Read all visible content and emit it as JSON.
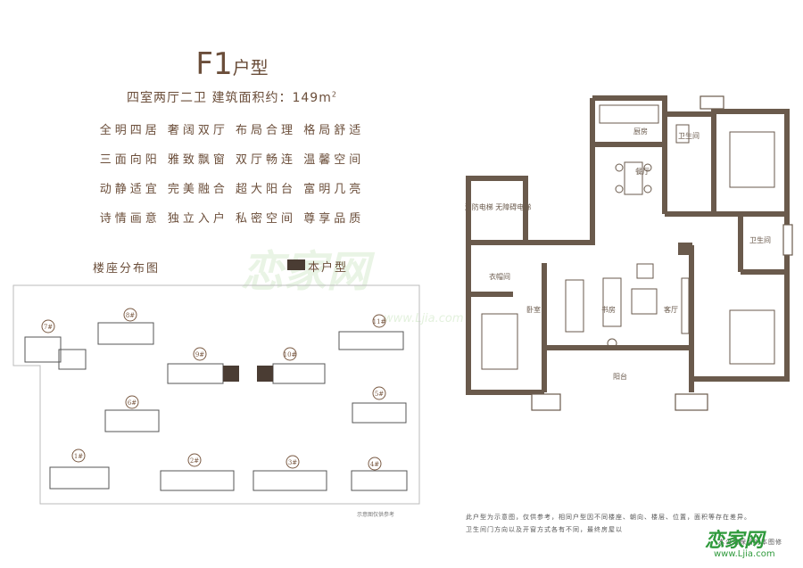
{
  "header": {
    "title_main": "F1",
    "title_suffix": "户型",
    "subtitle_prefix": "四室两厅二卫  建筑面积约：149m",
    "subtitle_sup": "2"
  },
  "features": [
    "全明四居  奢阔双厅  布局合理  格局舒适",
    "三面向阳  雅致飘窗  双厅畅连  温馨空间",
    "动静适宜  完美融合  超大阳台  富明几亮",
    "诗情画意  独立入户  私密空间  尊享品质"
  ],
  "site_map": {
    "title": "楼座分布图",
    "legend_label": "本户型",
    "note": "示意图仅供参考",
    "buildings": [
      "7#",
      "8#",
      "11#",
      "9#",
      "10#",
      "6#",
      "5#",
      "1#",
      "2#",
      "3#",
      "4#"
    ]
  },
  "floorplan": {
    "rooms": {
      "kitchen": "厨房",
      "bath1": "卫生间",
      "dining": "餐厅",
      "elevator": "消防电梯\n无障碍电梯",
      "bath2": "卫生间",
      "closet": "衣帽间",
      "bedroom": "卧室",
      "study": "书房",
      "living": "客厅",
      "balcony": "阳台"
    }
  },
  "disclaimer": {
    "line1": "此户型为示意图，仅供参考，相同户型因不同楼座、朝向、楼层、位置，面积等存在差异。",
    "line2": "卫生间门方向以及开窗方式各有不同，最终房屋以",
    "line3": "本公司保留对本图修"
  },
  "watermark": {
    "brand": "恋家网",
    "url": "www.Ljia.com"
  },
  "colors": {
    "wall": "#6a5a4c",
    "text": "#6b4e3a",
    "accent": "#4a3c33",
    "brand_green": "#2f9a3c"
  }
}
